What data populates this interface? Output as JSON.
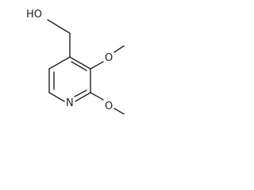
{
  "molecule": {
    "atoms": {
      "hydroxyl": "HO",
      "methoxy_3": "O",
      "methoxy_2": "O",
      "ring_nitrogen": "N"
    }
  }
}
